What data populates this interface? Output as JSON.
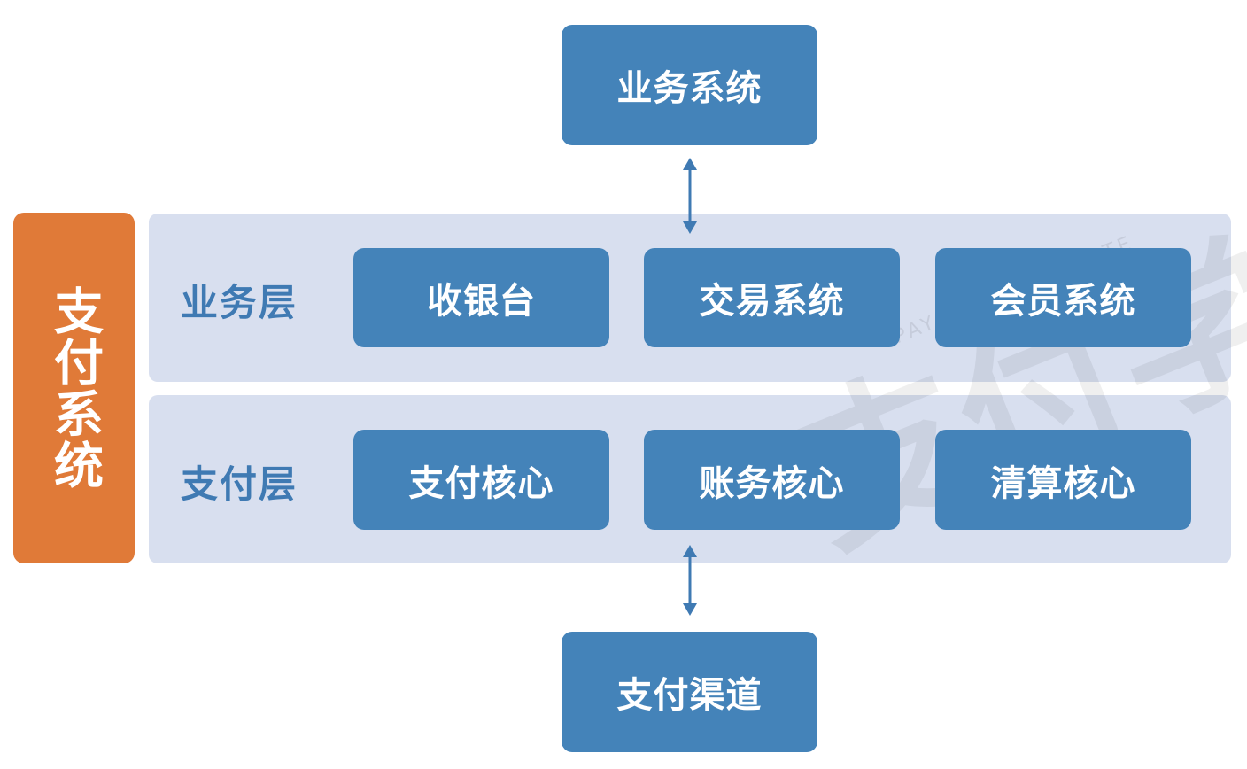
{
  "side_label": "支付系统",
  "top_box": "业务系统",
  "bottom_box": "支付渠道",
  "business_layer": {
    "label": "业务层",
    "items": [
      "收银台",
      "交易系统",
      "会员系统"
    ]
  },
  "payment_layer": {
    "label": "支付层",
    "items": [
      "支付核心",
      "账务核心",
      "清算核心"
    ]
  },
  "watermark": {
    "text": "支付学院",
    "subtext": "PAYMENT INSTITUTE"
  },
  "colors": {
    "box": "#4483b9",
    "band": "#d8dfef",
    "side": "#e07a38",
    "layer_label": "#3f7ab3",
    "arrow": "#3f7ab3"
  }
}
